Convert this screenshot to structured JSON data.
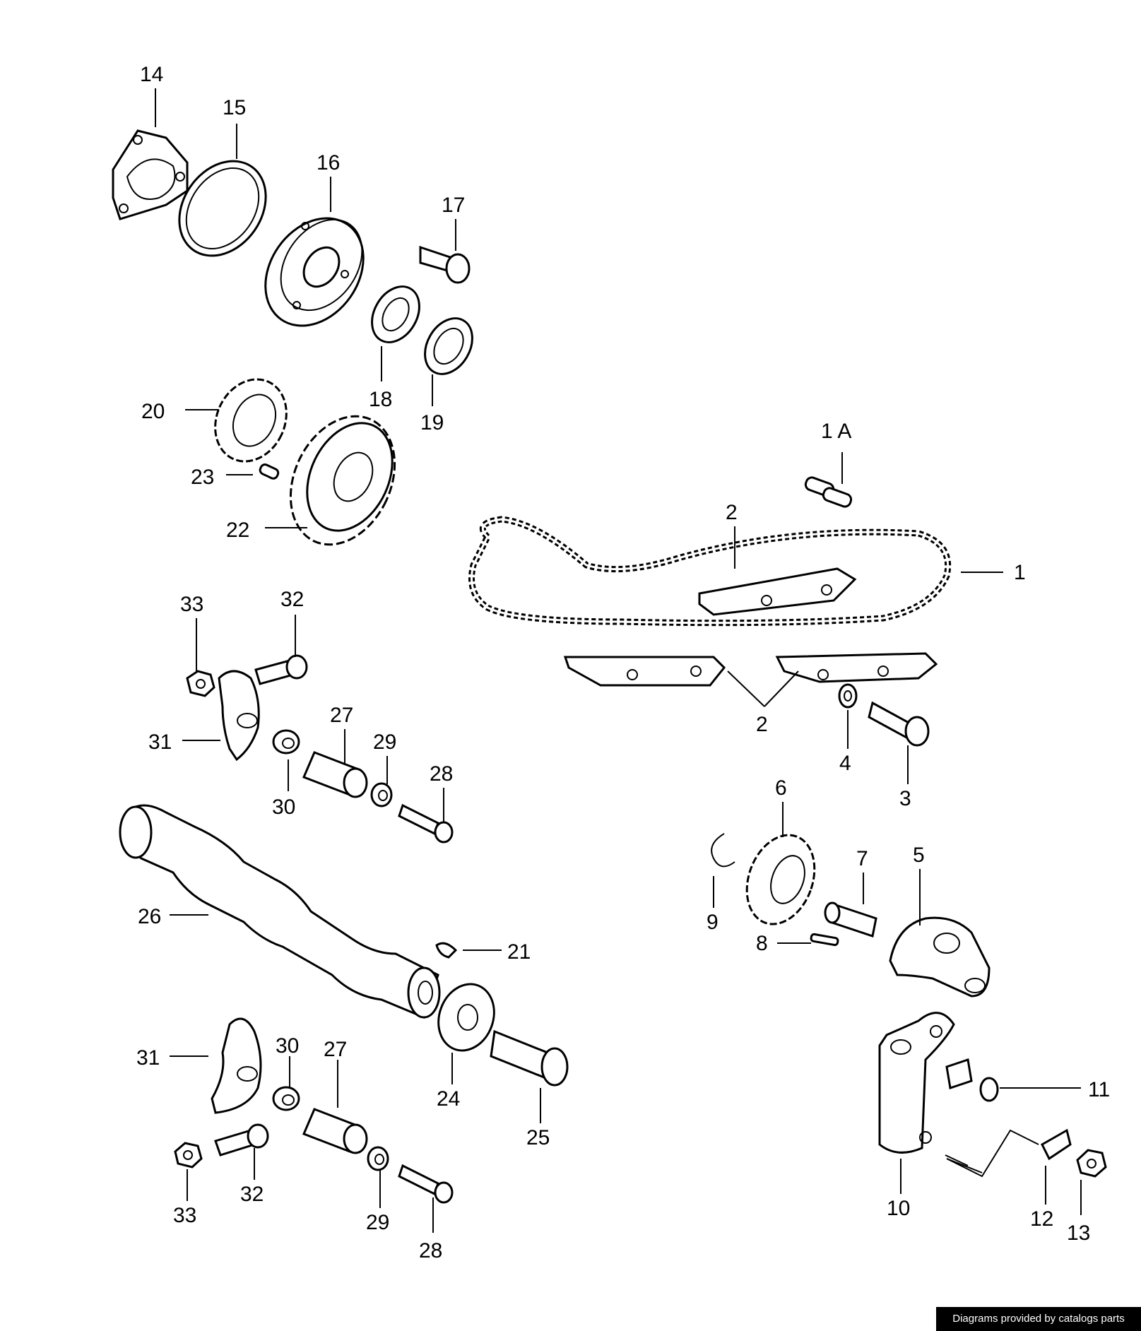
{
  "callouts": {
    "c1": "1",
    "c1a": "1 A",
    "c2a": "2",
    "c2b": "2",
    "c3": "3",
    "c4": "4",
    "c5": "5",
    "c6": "6",
    "c7": "7",
    "c8": "8",
    "c9": "9",
    "c10": "10",
    "c11": "11",
    "c12": "12",
    "c13": "13",
    "c14": "14",
    "c15": "15",
    "c16": "16",
    "c17": "17",
    "c18": "18",
    "c19": "19",
    "c20": "20",
    "c21": "21",
    "c22": "22",
    "c23": "23",
    "c24": "24",
    "c25": "25",
    "c26": "26",
    "c27a": "27",
    "c27b": "27",
    "c28a": "28",
    "c28b": "28",
    "c29a": "29",
    "c29b": "29",
    "c30a": "30",
    "c30b": "30",
    "c31a": "31",
    "c31b": "31",
    "c32a": "32",
    "c32b": "32",
    "c33a": "33",
    "c33b": "33"
  },
  "watermark": "Diagrams provided by catalogs parts"
}
